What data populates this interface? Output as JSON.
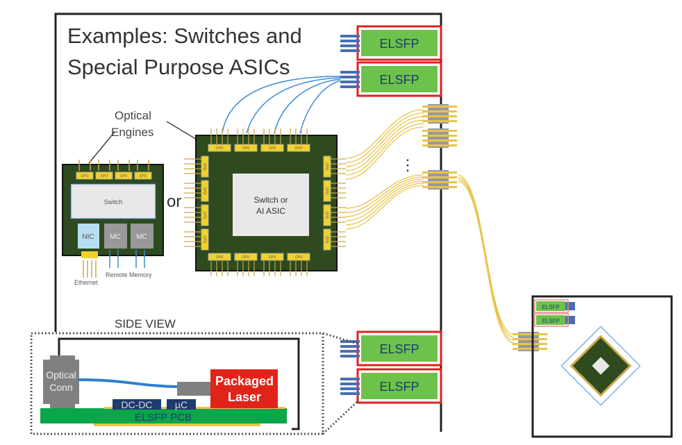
{
  "title": {
    "line1": "Examples: Switches and",
    "line2": "Special Purpose ASICs"
  },
  "elsfp_label": "ELSFP",
  "optical_engines": {
    "line1": "Optical",
    "line2": "Engines"
  },
  "small_chip": {
    "switch_label": "Switch",
    "nic_label": "NIC",
    "mc_label": "MC",
    "ethernet_label": "Ethernet",
    "remote_memory_label": "Remote Memory"
  },
  "or_label": "or",
  "big_chip": {
    "line1": "Switch  or",
    "line2": "AI ASIC"
  },
  "cpo_label": "CPO",
  "ellipsis": "⋮",
  "side_view": {
    "label": "SIDE VIEW",
    "optical_conn_line1": "Optical",
    "optical_conn_line2": "Conn",
    "packaged_laser_line1": "Packaged",
    "packaged_laser_line2": "Laser",
    "dcdc_label": "DC-DC",
    "uc_label": "µC",
    "pcb_label": "ELSFP PCB"
  },
  "colors": {
    "elsfp_green": "#6cc24a",
    "elsfp_border": "#e02020",
    "chip_green": "#2e4a1e",
    "fiber_blue": "#3a8ad6",
    "fiber_yellow": "#e8c44a",
    "laser_red": "#e2231a",
    "pcb_green": "#0aa64a",
    "ic_navy": "#1f3b6e"
  }
}
